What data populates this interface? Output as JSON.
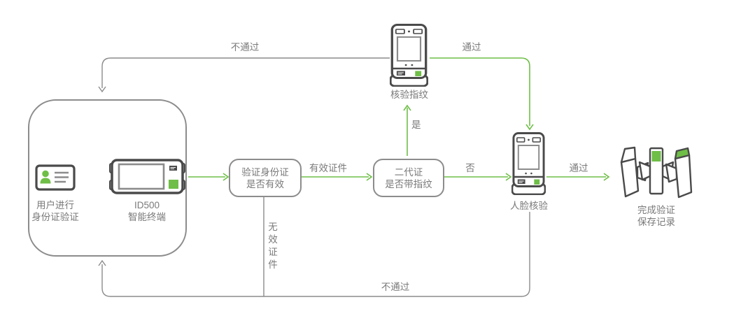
{
  "colors": {
    "accent_green": "#6FBE47",
    "line_gray": "#8C8C8C",
    "device_dark": "#4A4A4A",
    "text_gray": "#7A7A7A"
  },
  "nodes": {
    "start": {
      "caption": "用户进行\n身份证验证"
    },
    "terminal": {
      "caption": "ID500\n智能终端"
    },
    "check_id": {
      "label": "验证身份证\n是否有效"
    },
    "second_gen": {
      "label": "二代证\n是否带指纹"
    },
    "fingerprint": {
      "caption": "核验指纹"
    },
    "face": {
      "caption": "人脸核验"
    },
    "gate": {
      "caption": "完成验证\n保存记录"
    }
  },
  "edges": {
    "valid_cert": "有效证件",
    "invalid_cert": "无\n效\n证\n件",
    "yes": "是",
    "no": "否",
    "pass_top": "通过",
    "pass_right": "通过",
    "fail_top": "不通过",
    "fail_bottom": "不通过"
  }
}
